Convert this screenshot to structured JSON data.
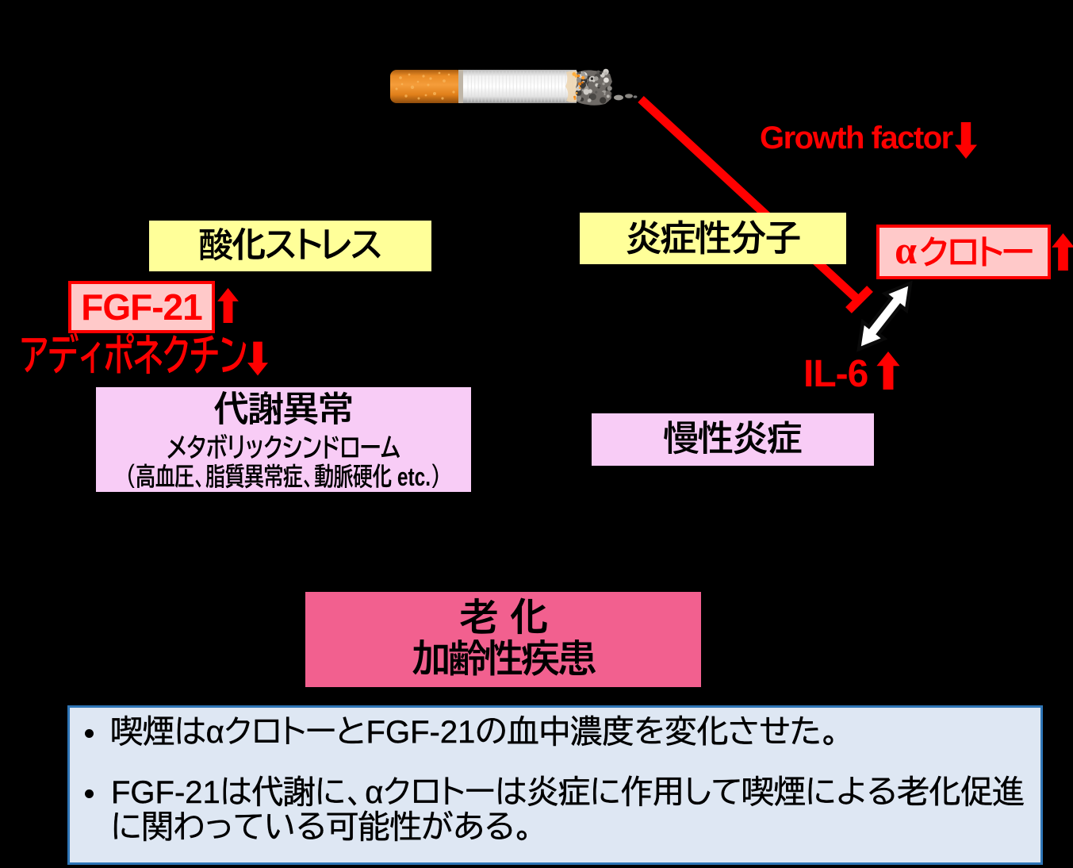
{
  "figure": {
    "description": "Diagram of smoking effects: cigarette leading to oxidative stress and inflammatory molecules, causing metabolic abnormality and chronic inflammation, leading to aging",
    "background_color": "#000000"
  },
  "colors": {
    "red": "#FF0000",
    "yellow_box": "#FFFF99",
    "pink_box_fill": "#FFC9C9",
    "magenta_box": "#F8CCF6",
    "aging_box": "#F2608F",
    "summary_fill": "#DEE7F3",
    "summary_border": "#2E75B6"
  },
  "labels": {
    "growth_factor": "Growth factor",
    "oxidative_stress": "酸化ストレス",
    "inflammatory_molecules": "炎症性分子",
    "fgf21": "FGF-21",
    "adiponectin": "アディポネクチン",
    "alpha_klotho_alpha": "α",
    "alpha_klotho_name": "クロトー",
    "il6": "IL-6",
    "metabolic_title": "代謝異常",
    "metabolic_sub1": "メタボリックシンドローム",
    "metabolic_sub2": "（高血圧、脂質異常症、動脈硬化 etc.）",
    "chronic_inflammation": "慢性炎症",
    "aging_line1": "老 化",
    "aging_line2": "加齢性疾患"
  },
  "summary": {
    "bullets": [
      "喫煙はαクロトーとFGF-21の血中濃度を変化させた。",
      "FGF-21は代謝に、αクロトーは炎症に作用して喫煙による老化促進に関わっている可能性がある。"
    ]
  }
}
